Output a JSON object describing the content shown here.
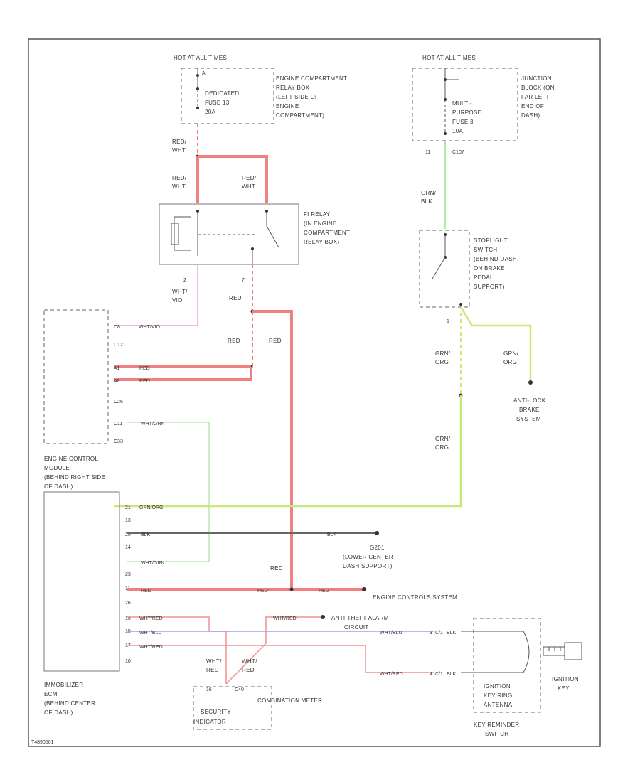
{
  "footer_code": "T4890501",
  "components": {
    "hot_left": "HOT AT ALL TIMES",
    "ecrb": [
      "ENGINE COMPARTMENT",
      "RELAY BOX",
      "(LEFT SIDE OF",
      "ENGINE",
      "COMPARTMENT)"
    ],
    "fuse13": [
      "DEDICATED",
      "FUSE 13",
      "20A"
    ],
    "hot_right": "HOT AT ALL TIMES",
    "jb": [
      "JUNCTION",
      "BLOCK (ON",
      "FAR LEFT",
      "END OF",
      "DASH)"
    ],
    "fuse3": [
      "MULTI-",
      "PURPOSE",
      "FUSE 3",
      "10A"
    ],
    "fi_relay": [
      "FI RELAY",
      "(IN ENGINE",
      "COMPARTMENT",
      "RELAY BOX)"
    ],
    "stoplight": [
      "STOPLIGHT",
      "SWITCH",
      "(BEHIND DASH,",
      "ON BRAKE",
      "PEDAL",
      "SUPPORT)"
    ],
    "ecm": [
      "ENGINE CONTROL",
      "MODULE",
      "(BEHIND RIGHT SIDE",
      "OF DASH)"
    ],
    "abs": [
      "ANTI-LOCK",
      "BRAKE",
      "SYSTEM"
    ],
    "g201": [
      "G201",
      "(LOWER CENTER",
      "DASH SUPPORT)"
    ],
    "ecs": "ENGINE CONTROLS SYSTEM",
    "anti_theft": [
      "ANTI-THEFT ALARM",
      "CIRCUIT"
    ],
    "immobilizer": [
      "IMMOBILIZER",
      "ECM",
      "(BEHIND CENTER",
      "OF DASH)"
    ],
    "combination_meter": "COMBINATION METER",
    "security_indicator": [
      "SECURITY",
      "INDICATOR"
    ],
    "ignition_key": [
      "IGNITION",
      "KEY"
    ],
    "key_ring": [
      "IGNITION",
      "KEY RING",
      "ANTENNA"
    ],
    "key_reminder": [
      "KEY REMINDER",
      "SWITCH"
    ]
  },
  "wires": {
    "red_wht": "RED/ WHT",
    "red": "RED",
    "wht_vio": "WHT/ VIO",
    "wht_vio_inline": "WHT/VIO",
    "grn_blk": "GRN/ BLK",
    "grn_org": "GRN/ ORG",
    "grn_org_inline": "GRN/ORG",
    "wht_grn": "WHT/GRN",
    "blk": "BLK",
    "wht_red": "WHT/RED",
    "wht_blu": "WHT/BLU",
    "wht_red_v": "WHT/ RED"
  },
  "pins": {
    "fuse13_a": "A",
    "relay_2": "2",
    "relay_7": "7",
    "c107_pin": "11",
    "c107": "C107",
    "stop_1": "1",
    "ecm_c8": "C8",
    "ecm_c12": "C12",
    "ecm_a1": "A1",
    "ecm_a8": "A8",
    "ecm_c26": "C26",
    "ecm_c11": "C11",
    "ecm_c33": "C33",
    "imm": [
      "21",
      "13",
      "20",
      "14",
      "23",
      "11",
      "26",
      "16",
      "19",
      "17",
      "10"
    ],
    "meter_pin": "16",
    "meter_conn": "C40",
    "kr_pin1": "3",
    "kr_pin2": "4",
    "kr_conn1": "C/1",
    "kr_conn2": "C/1"
  }
}
